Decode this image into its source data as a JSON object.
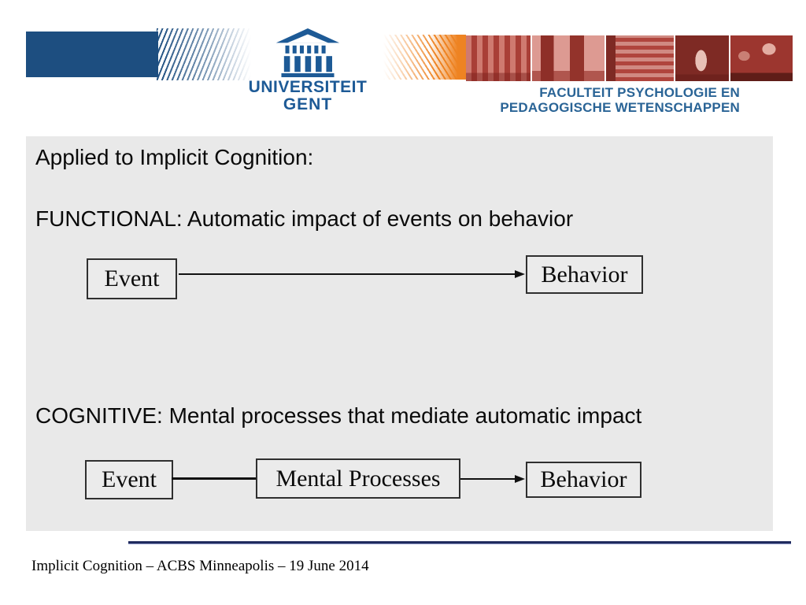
{
  "header": {
    "university_logo": {
      "line1": "UNIVERSITEIT",
      "line2": "GENT"
    },
    "faculty_line1": "FACULTEIT PSYCHOLOGIE EN",
    "faculty_line2": "PEDAGOGISCHE WETENSCHAPPEN"
  },
  "slide": {
    "intro": "Applied to Implicit Cognition:",
    "functional": {
      "heading": "FUNCTIONAL: Automatic impact of events on behavior",
      "boxes": [
        "Event",
        "Behavior"
      ]
    },
    "cognitive": {
      "heading": "COGNITIVE: Mental processes that mediate automatic impact",
      "boxes": [
        "Event",
        "Mental Processes",
        "Behavior"
      ]
    }
  },
  "footer": {
    "citation": "Implicit Cognition – ACBS Minneapolis – 19 June 2014"
  },
  "colors": {
    "banner_blue": "#1d4e80",
    "logo_blue": "#1d5a96",
    "faculty_blue": "#2a6496",
    "brush_orange": "#ee8322",
    "photo_red_dark": "#8e2f28",
    "photo_red_mid": "#b5463f",
    "photo_red_light": "#dd9a92",
    "panel_gray": "#e9e9e9",
    "rule_navy": "#1f2b5e"
  }
}
